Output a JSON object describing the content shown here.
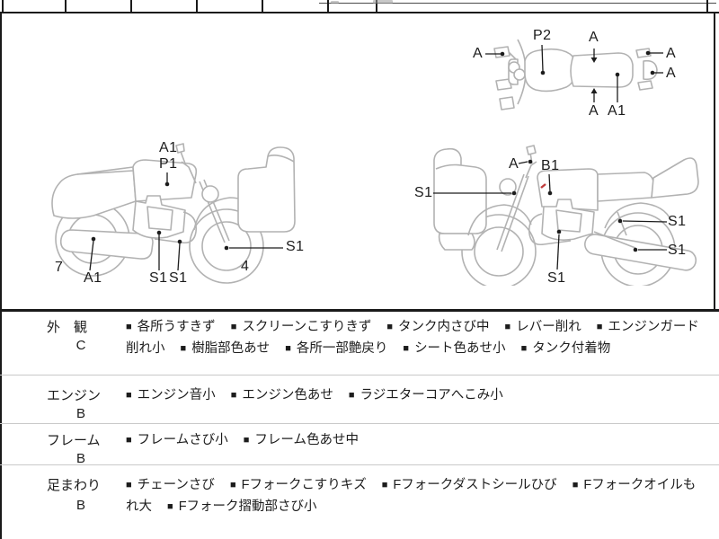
{
  "bullet": "■",
  "colors": {
    "diagram_outline": "#b2b2b2",
    "text": "#1c1c1c",
    "row_separator": "#c9c9c9",
    "red_mark": "#c03a3a",
    "border": "#1a1a1a"
  },
  "diagram": {
    "top_view": {
      "p2": "P2",
      "a_left": "A",
      "a_top": "A",
      "a_right_top": "A",
      "a_right_bottom": "A",
      "a_bottom": "A",
      "a1_seat": "A1"
    },
    "left_side": {
      "a1_tank": "A1",
      "p1_tank": "P1",
      "num_rear": "7",
      "a1_exhaust": "A1",
      "s1_engine_a": "S1",
      "s1_engine_b": "S1",
      "num_front": "4",
      "s1_front_wheel": "S1"
    },
    "right_side": {
      "a_mirror": "A",
      "b1_tank": "B1",
      "s1_front": "S1",
      "s1_engine": "S1",
      "s1_rear_shock": "S1",
      "s1_rear_wheel": "S1"
    }
  },
  "condition_table": {
    "rows": [
      {
        "section": "外　観",
        "grade": "C",
        "notes": [
          "各所うすきず",
          "スクリーンこすりきず",
          "タンク内さび中",
          "レバー削れ",
          "エンジンガード削れ小",
          "樹脂部色あせ",
          "各所一部艶戻り",
          "シート色あせ小",
          "タンク付着物"
        ]
      },
      {
        "section": "エンジン",
        "grade": "B",
        "notes": [
          "エンジン音小",
          "エンジン色あせ",
          "ラジエターコアへこみ小"
        ]
      },
      {
        "section": "フレーム",
        "grade": "B",
        "notes": [
          "フレームさび小",
          "フレーム色あせ中"
        ]
      },
      {
        "section": "足まわり",
        "grade": "B",
        "notes": [
          "チェーンさび",
          "Fフォークこすりキズ",
          "Fフォークダストシールひび",
          "Fフォークオイルもれ大",
          "Fフォーク摺動部さび小"
        ]
      }
    ]
  }
}
